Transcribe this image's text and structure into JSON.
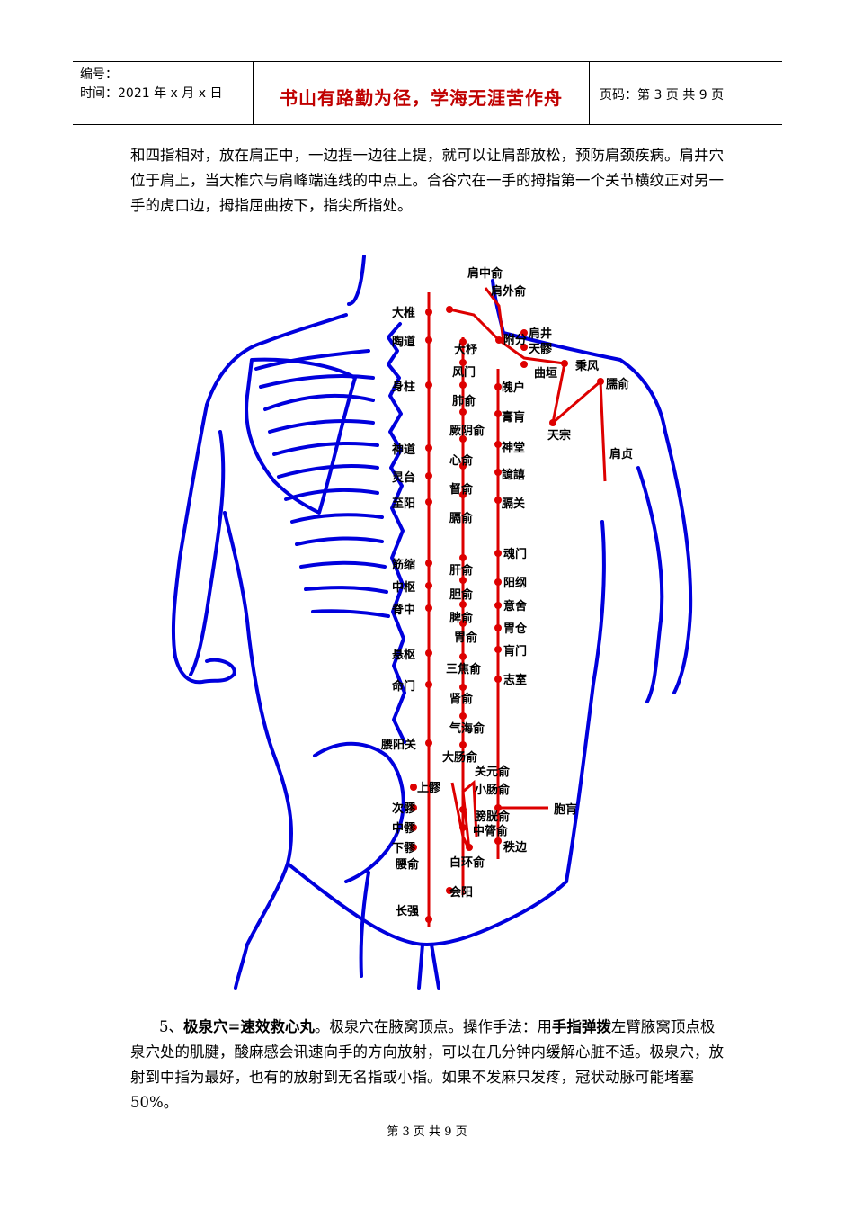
{
  "header": {
    "number_label": "编号：",
    "time_label": "时间：2021 年 x 月 x 日",
    "motto": "书山有路勤为径，学海无涯苦作舟",
    "page_label": "页码：第 3 页  共 9 页"
  },
  "paragraph1": "和四指相对，放在肩正中，一边捏一边往上提，就可以让肩部放松，预防肩颈疾病。肩井穴位于肩上，当大椎穴与肩峰端连线的中点上。合谷穴在一手的拇指第一个关节横纹正对另一手的虎口边，拇指屈曲按下，指尖所指处。",
  "figure": {
    "points": {
      "dazhui": "大椎",
      "taodao": "陶道",
      "shenzhu": "身柱",
      "shendao": "神道",
      "lingtai": "灵台",
      "zhiyang": "至阳",
      "jinsuo": "筋缩",
      "zhongshu": "中枢",
      "jizhong": "脊中",
      "xuanshu": "悬枢",
      "mingmen": "命门",
      "yaoyangguan": "腰阳关",
      "shangliao": "上髎",
      "ciliao": "次髎",
      "zhongliao": "中髎",
      "xialiao": "下髎",
      "yaoshu": "腰俞",
      "changqiang": "长强",
      "huiyang": "会阳",
      "jianzhongshu": "肩中俞",
      "jianwaishu": "肩外俞",
      "fufen": "附分",
      "jianjing": "肩井",
      "tianliao": "天髎",
      "quyuan": "曲垣",
      "bingfeng": "秉风",
      "naoshu": "臑俞",
      "tianzong": "天宗",
      "jianzhen": "肩贞",
      "dazhu": "大杼",
      "fengmen": "风门",
      "feishu": "肺俞",
      "jueyinshu": "厥阴俞",
      "xinshu": "心俞",
      "dushu": "督俞",
      "geshu": "膈俞",
      "ganshu": "肝俞",
      "danshu": "胆俞",
      "pishu": "脾俞",
      "weishu": "胃俞",
      "sanjiaoshu": "三焦俞",
      "shenshu": "肾俞",
      "qihaishu": "气海俞",
      "dachangshu": "大肠俞",
      "guanyuanshu": "关元俞",
      "xiaochangshu": "小肠俞",
      "pangguangshu": "膀胱俞",
      "zhonglvshu": "中膂俞",
      "baihuanshu": "白环俞",
      "pohu": "魄户",
      "gaohuang": "膏肓",
      "shentang": "神堂",
      "yixi": "譩譆",
      "geguan": "膈关",
      "hunmen": "魂门",
      "yanggang": "阳纲",
      "yishe": "意舍",
      "weicang": "胃仓",
      "huangmen": "肓门",
      "zhishi": "志室",
      "baohuang": "胞肓",
      "zhibian": "秩边"
    }
  },
  "paragraph2": {
    "num": "5、",
    "bold1": "极泉穴=速效救心丸",
    "text1": "。极泉穴在腋窝顶点。操作手法：用",
    "bold2": "手指弹拨",
    "text2": "左臂腋窝顶点极泉穴处的肌腱，酸麻感会讯速向手的方向放射，可以在几分钟内缓解心脏不适。极泉穴，放射到中指为最好，也有的放射到无名指或小指。如果不发麻只发疼，冠状动脉可能堵塞 50%。"
  },
  "footer": "第 3 页 共 9 页",
  "colors": {
    "motto": "#c00000",
    "body_outline": "#0000dd",
    "meridian": "#dd0000"
  }
}
